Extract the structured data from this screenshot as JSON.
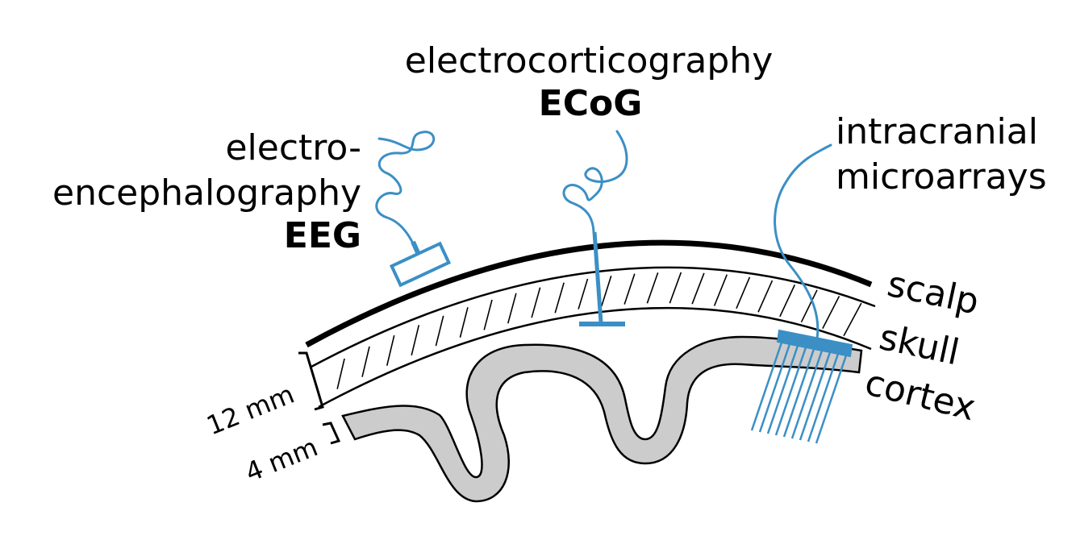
{
  "labels": {
    "eeg_line1": "electro-",
    "eeg_line2": "encephalography",
    "eeg_abbr": "EEG",
    "ecog_line1": "electrocorticography",
    "ecog_abbr": "ECoG",
    "micro_line1": "intracranial",
    "micro_line2": "microarrays",
    "scalp": "scalp",
    "skull": "skull",
    "cortex": "cortex",
    "dim_12": "12 mm",
    "dim_4": "4 mm"
  },
  "colors": {
    "electrode": "#3b8fc5",
    "cortex_fill": "#cccccc",
    "line": "#000000"
  }
}
